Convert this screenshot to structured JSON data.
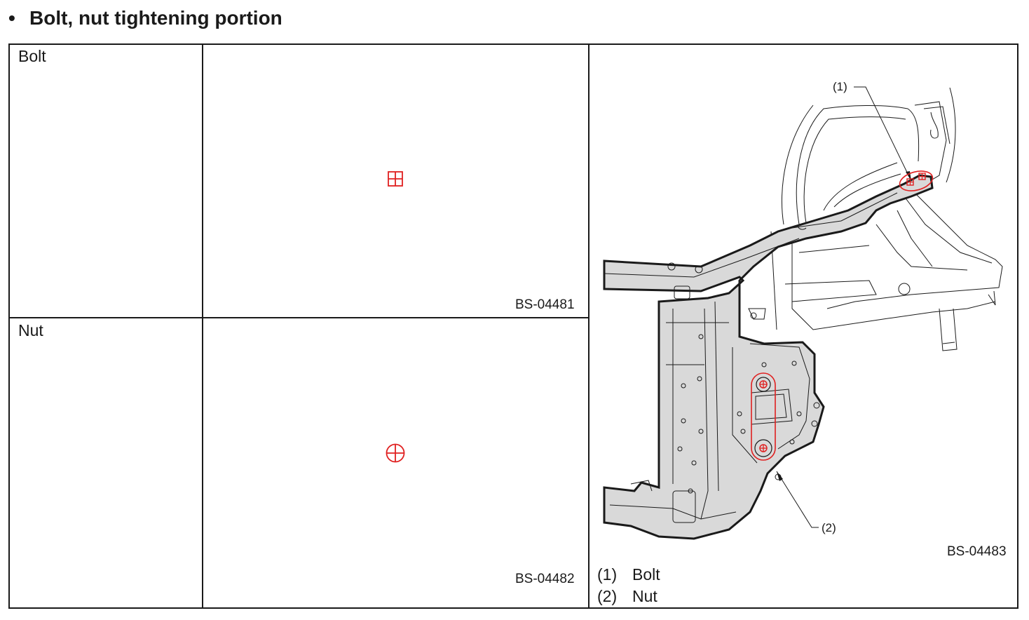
{
  "heading": {
    "bullet": "•",
    "title": "Bolt, nut tightening portion"
  },
  "rows": [
    {
      "label": "Bolt",
      "figure_code": "BS-04481",
      "symbol_icon": "square-cross-icon"
    },
    {
      "label": "Nut",
      "figure_code": "BS-04482",
      "symbol_icon": "circle-cross-icon"
    }
  ],
  "diagram": {
    "figure_code": "BS-04483",
    "callouts": [
      "(1)",
      "(2)"
    ],
    "legend": [
      {
        "num": "(1)",
        "text": "Bolt"
      },
      {
        "num": "(2)",
        "text": "Nut"
      }
    ]
  },
  "colors": {
    "line": "#1a1a1a",
    "symbol": "#e02020",
    "panel_fill": "#d9d9d9"
  }
}
